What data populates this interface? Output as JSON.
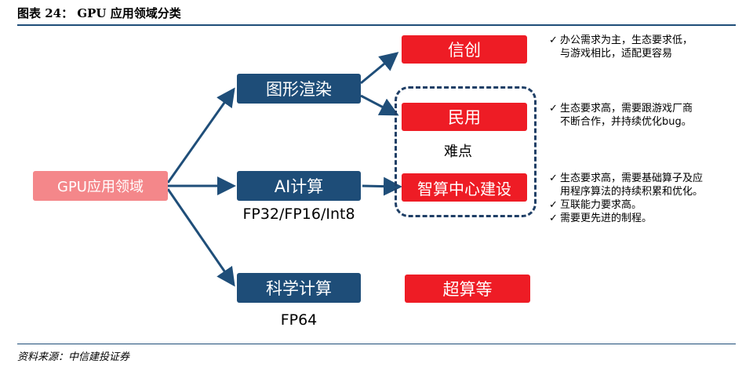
{
  "header": {
    "title": "图表 24：  GPU 应用领域分类"
  },
  "footer": {
    "source": "资料来源：中信建投证券"
  },
  "root": {
    "label": "GPU应用领域"
  },
  "middle": [
    {
      "label": "图形渲染",
      "sub": ""
    },
    {
      "label": "AI计算",
      "sub": "FP32/FP16/Int8"
    },
    {
      "label": "科学计算",
      "sub": "FP64"
    }
  ],
  "right": [
    {
      "label": "信创"
    },
    {
      "label": "民用"
    },
    {
      "label": "智算中心建设"
    },
    {
      "label": "超算等"
    }
  ],
  "difficulty_label": "难点",
  "notes": {
    "xinchuang": {
      "check": "✓",
      "l1": "办公需求为主，生态要求低，",
      "l2": "与游戏相比，适配更容易"
    },
    "minyong": {
      "check": "✓",
      "l1": "生态要求高，需要跟游戏厂商",
      "l2": "不断合作，并持续优化bug。"
    },
    "zhisuan": [
      {
        "check": "✓",
        "l1": "生态要求高，需要基础算子及应",
        "l2": "用程序算法的持续积累和优化。"
      },
      {
        "check": "✓",
        "l1": "互联能力要求高。",
        "l2": ""
      },
      {
        "check": "✓",
        "l1": "需要更先进的制程。",
        "l2": ""
      }
    ]
  },
  "colors": {
    "navy": "#1e4d78",
    "red": "#ee1c25",
    "pink": "#f4878a",
    "arrow": "#1f4e79"
  },
  "icons": {
    "check": "check-icon"
  }
}
